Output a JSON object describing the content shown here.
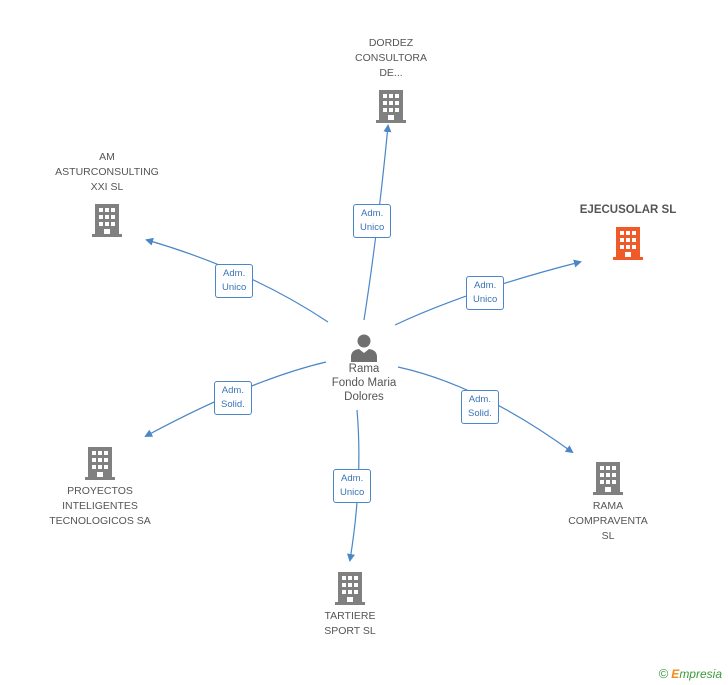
{
  "center": {
    "label": "Rama\nFondo Maria\nDolores",
    "icon": "person-icon"
  },
  "nodes": [
    {
      "id": "dordez",
      "label": "DORDEZ\nCONSULTORA\nDE...",
      "highlight": false,
      "icon": "building-icon"
    },
    {
      "id": "am-asturconsulting",
      "label": "AM\nASTURCONSULTING\nXXI SL",
      "highlight": false,
      "icon": "building-icon"
    },
    {
      "id": "ejecusolar",
      "label": "EJECUSOLAR SL",
      "highlight": true,
      "icon": "building-icon"
    },
    {
      "id": "proyectos",
      "label": "PROYECTOS\nINTELIGENTES\nTECNOLOGICOS SA",
      "highlight": false,
      "icon": "building-icon"
    },
    {
      "id": "rama-compraventa",
      "label": "RAMA\nCOMPRAVENTA\nSL",
      "highlight": false,
      "icon": "building-icon"
    },
    {
      "id": "tartiere",
      "label": "TARTIERE\nSPORT  SL",
      "highlight": false,
      "icon": "building-icon"
    }
  ],
  "edges": [
    {
      "to": "dordez",
      "label": "Adm.\nUnico"
    },
    {
      "to": "am-asturconsulting",
      "label": "Adm.\nUnico"
    },
    {
      "to": "ejecusolar",
      "label": "Adm.\nUnico"
    },
    {
      "to": "proyectos",
      "label": "Adm.\nSolid."
    },
    {
      "to": "rama-compraventa",
      "label": "Adm.\nSolid."
    },
    {
      "to": "tartiere",
      "label": "Adm.\nUnico"
    }
  ],
  "colors": {
    "edge": "#4a86c8",
    "building": "#808080",
    "highlight": "#f05a28",
    "person": "#707070"
  },
  "footer": {
    "copyright": "©",
    "brand_first": "E",
    "brand_rest": "mpresia"
  }
}
